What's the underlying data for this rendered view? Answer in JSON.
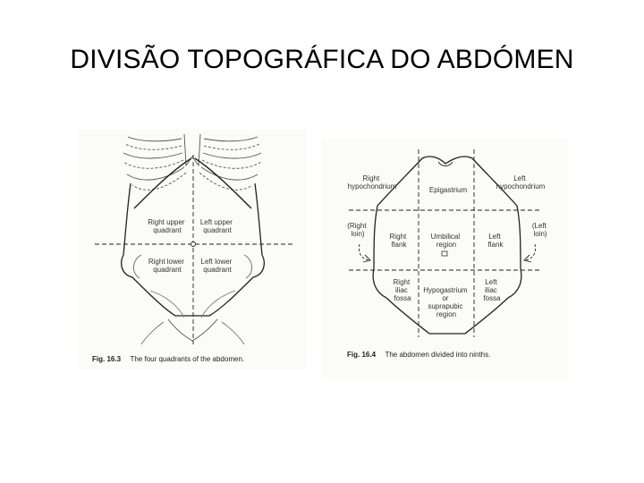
{
  "slide": {
    "title": "DIVISÃO TOPOGRÁFICA DO ABDÓMEN"
  },
  "figure_quadrants": {
    "caption_number": "Fig. 16.3",
    "caption_text": "The four quadrants of the abdomen.",
    "labels": {
      "right_upper": [
        "Right upper",
        "quadrant"
      ],
      "left_upper": [
        "Left upper",
        "quadrant"
      ],
      "right_lower": [
        "Right lower",
        "quadrant"
      ],
      "left_lower": [
        "Left lower",
        "quadrant"
      ]
    }
  },
  "figure_ninths": {
    "caption_number": "Fig. 16.4",
    "caption_text": "The abdomen divided into ninths.",
    "labels": {
      "right_hypochondrium": [
        "Right",
        "hypochondrium"
      ],
      "epigastrium": [
        "Epigastrium"
      ],
      "left_hypochondrium": [
        "Left",
        "hypochondrium"
      ],
      "right_loin": [
        "(Right",
        "loin)"
      ],
      "right_flank": [
        "Right",
        "flank"
      ],
      "umbilical": [
        "Umbilical",
        "region"
      ],
      "left_flank": [
        "Left",
        "flank"
      ],
      "left_loin": [
        "(Left",
        "loin)"
      ],
      "right_iliac": [
        "Right",
        "iliac",
        "fossa"
      ],
      "hypogastrium": [
        "Hypogastrium",
        "or",
        "suprapubic",
        "region"
      ],
      "left_iliac": [
        "Left",
        "iliac",
        "fossa"
      ]
    }
  }
}
